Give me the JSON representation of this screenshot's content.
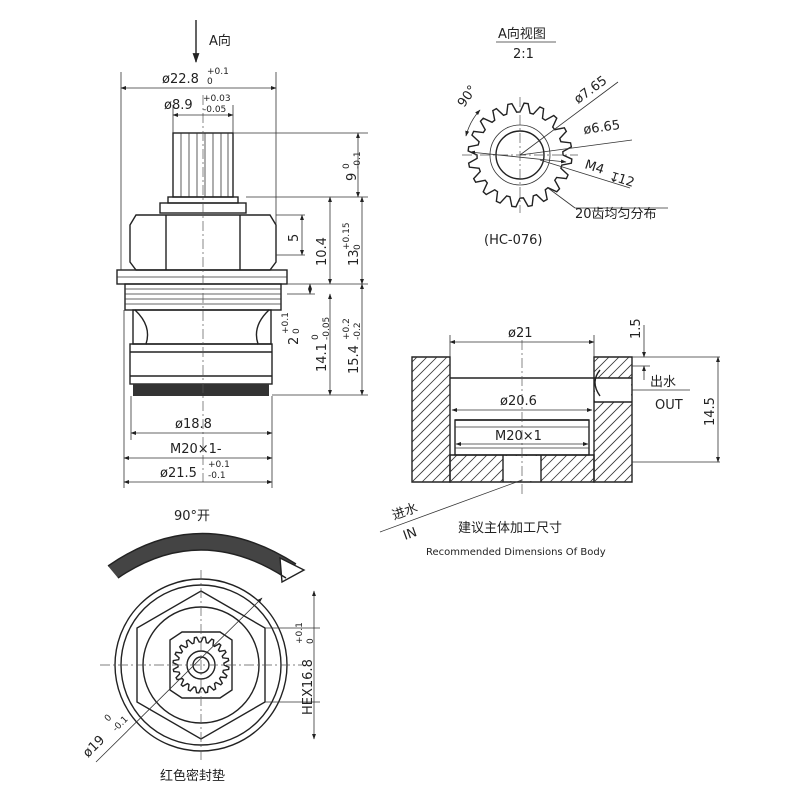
{
  "colors": {
    "line": "#222222",
    "hatch": "#333333",
    "arrow_fill": "#444444"
  },
  "main_view": {
    "view_label": "A向",
    "dims": {
      "d22_8": {
        "main": "ø22.8",
        "upper": "+0.1",
        "lower": "0"
      },
      "d8_9": {
        "main": "ø8.9",
        "upper": "+0.03",
        "lower": "-0.05"
      },
      "h9": {
        "main": "9",
        "upper": "0",
        "lower": "-0.1"
      },
      "h5": {
        "main": "5"
      },
      "h10_4": {
        "main": "10.4"
      },
      "h13": {
        "main": "13",
        "upper": "+0.15",
        "lower": "0"
      },
      "h2": {
        "main": "2",
        "upper": "+0.1",
        "lower": "0"
      },
      "h14_1": {
        "main": "14.1",
        "upper": "0",
        "lower": "-0.05"
      },
      "h15_4": {
        "main": "15.4",
        "upper": "+0.2",
        "lower": "-0.2"
      },
      "d18_8": {
        "main": "ø18.8"
      },
      "m20": {
        "main": "M20×1-"
      },
      "d21_5": {
        "main": "ø21.5",
        "upper": "+0.1",
        "lower": "-0.1"
      }
    }
  },
  "a_view": {
    "title": "A向视图",
    "scale": "2:1",
    "angle": "90°",
    "d7_65": "ø7.65",
    "d6_65": "ø6.65",
    "m4": "M4",
    "m4_depth": "12",
    "teeth_note": "20齿均匀分布",
    "part_no": "(HC-076)",
    "spline_teeth": 20
  },
  "body_view": {
    "d21": "ø21",
    "d20_6": "ø20.6",
    "m20": "M20×1",
    "h1_5": "1.5",
    "h14_5": "14.5",
    "outlet_cn": "出水",
    "outlet_en": "OUT",
    "inlet_cn": "进水",
    "inlet_en": "IN",
    "caption_cn": "建议主体加工尺寸",
    "caption_en": "Recommended Dimensions Of Body"
  },
  "bottom_view": {
    "rotation_label": "90°开",
    "hex": {
      "main": "HEX16.8",
      "upper": "+0.1",
      "lower": "0"
    },
    "d19": {
      "main": "ø19",
      "upper": "0",
      "lower": "-0.1"
    },
    "gasket_label": "红色密封垫",
    "spline_teeth": 20
  }
}
